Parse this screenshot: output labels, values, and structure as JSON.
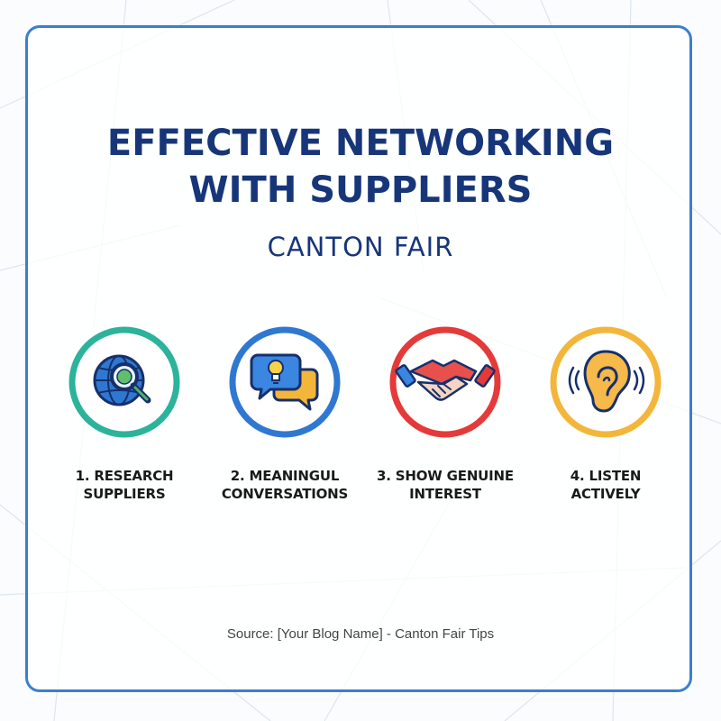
{
  "title": {
    "line1": "EFFECTIVE NETWORKING",
    "line2": "WITH SUPPLIERS"
  },
  "subtitle": "CANTON FAIR",
  "colors": {
    "border": "#3a7fd0",
    "title": "#17367a",
    "step1_ring": "#2bb39b",
    "step2_ring": "#2f78d2",
    "step3_ring": "#e53a3a",
    "step4_ring": "#f3b63a"
  },
  "steps": [
    {
      "icon": "globe-magnifier-icon",
      "line1": "1. RESEARCH",
      "line2": "SUPPLIERS"
    },
    {
      "icon": "chat-lightbulb-icon",
      "line1": "2. MEANINGUL",
      "line2": "CONVERSATIONS"
    },
    {
      "icon": "handshake-icon",
      "line1": "3. SHOW GENUINE",
      "line2": "INTEREST"
    },
    {
      "icon": "ear-icon",
      "line1": "4. LISTEN",
      "line2": "ACTIVELY"
    }
  ],
  "source": "Source: [Your Blog Name] - Canton Fair Tips"
}
